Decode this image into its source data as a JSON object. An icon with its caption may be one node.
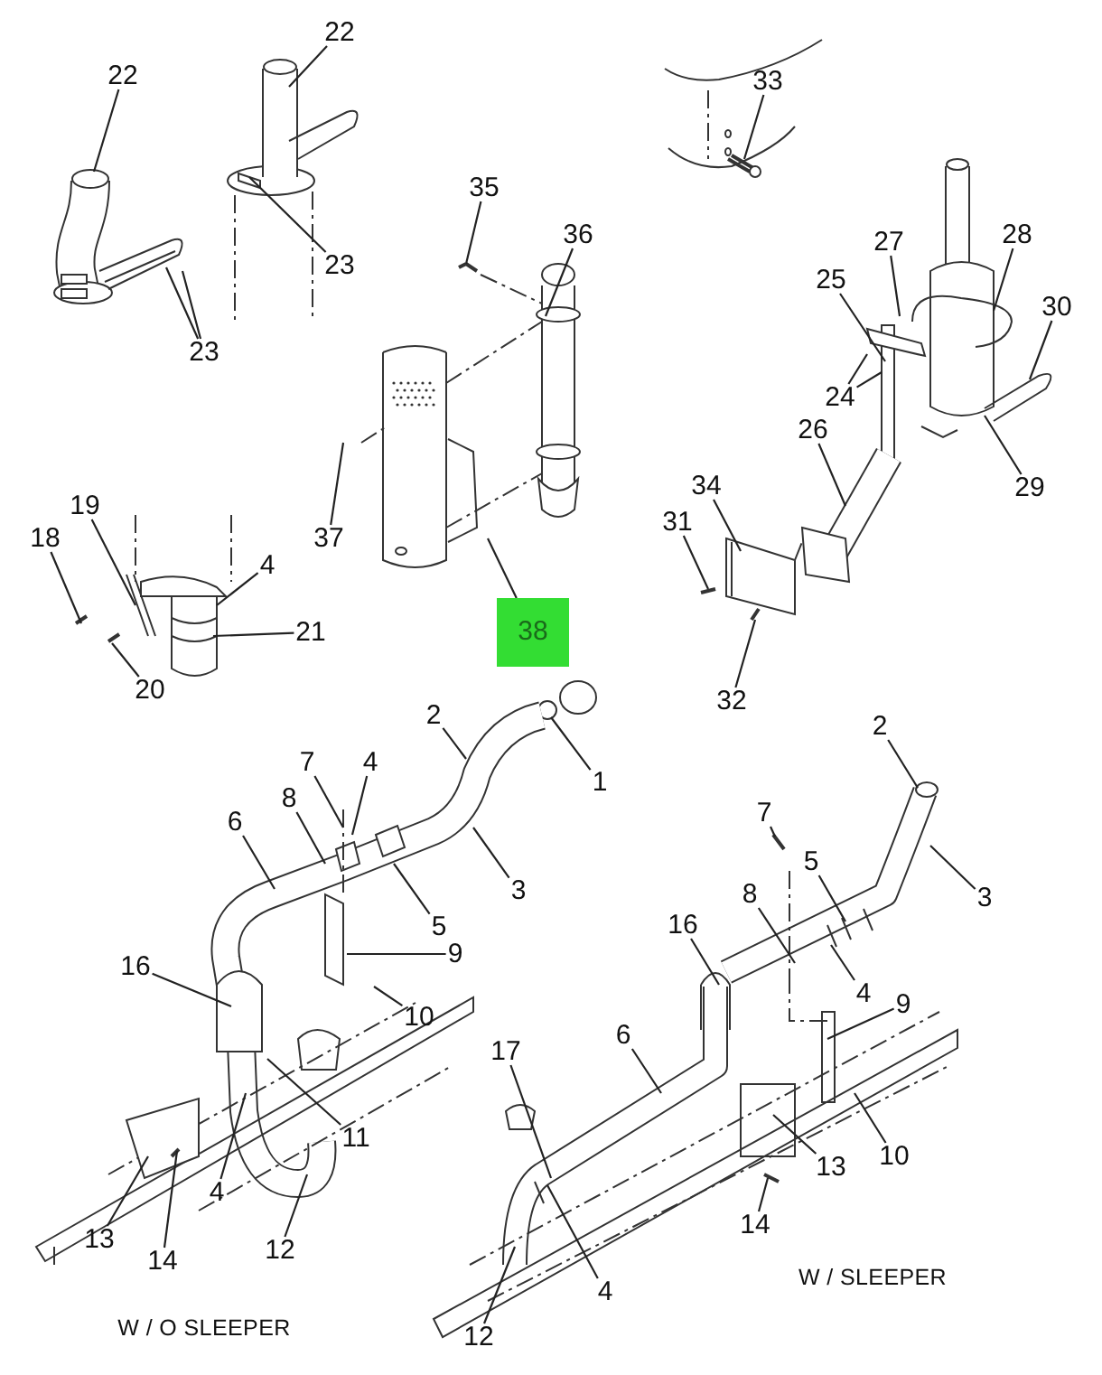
{
  "diagram": {
    "nodes": [
      {
        "text": [
          "22"
        ]
      },
      {
        "text": [
          "33"
        ]
      },
      {
        "text": [
          "22"
        ]
      },
      {
        "text": [
          "35"
        ]
      },
      {
        "text": [
          "36"
        ]
      },
      {
        "text": [
          "28"
        ]
      },
      {
        "text": [
          "27"
        ]
      },
      {
        "text": [
          "23"
        ]
      },
      {
        "text": [
          "25"
        ]
      },
      {
        "text": [
          "30"
        ]
      },
      {
        "text": [
          "23"
        ]
      },
      {
        "text": [
          "24"
        ]
      },
      {
        "text": [
          "26"
        ]
      },
      {
        "text": [
          "34"
        ]
      },
      {
        "text": [
          "29"
        ]
      },
      {
        "text": [
          "19"
        ]
      },
      {
        "text": [
          "31"
        ]
      },
      {
        "text": [
          "37"
        ]
      },
      {
        "text": [
          "18"
        ]
      },
      {
        "text": [
          "4"
        ]
      },
      {
        "text": [
          "38"
        ]
      },
      {
        "text": [
          "21"
        ]
      },
      {
        "text": [
          "20"
        ]
      },
      {
        "text": [
          "32"
        ]
      },
      {
        "text": [
          "2"
        ]
      },
      {
        "text": [
          "2"
        ]
      },
      {
        "text": [
          "7"
        ]
      },
      {
        "text": [
          "4"
        ]
      },
      {
        "text": [
          "1"
        ]
      },
      {
        "text": [
          "8"
        ]
      },
      {
        "text": [
          "7"
        ]
      },
      {
        "text": [
          "6"
        ]
      },
      {
        "text": [
          "5"
        ]
      },
      {
        "text": [
          "3"
        ]
      },
      {
        "text": [
          "8"
        ]
      },
      {
        "text": [
          "3"
        ]
      },
      {
        "text": [
          "5"
        ]
      },
      {
        "text": [
          "16"
        ]
      },
      {
        "text": [
          "9"
        ]
      },
      {
        "text": [
          "16"
        ]
      },
      {
        "text": [
          "4"
        ]
      },
      {
        "text": [
          "9"
        ]
      },
      {
        "text": [
          "10"
        ]
      },
      {
        "text": [
          "6"
        ]
      },
      {
        "text": [
          "17"
        ]
      },
      {
        "text": [
          "11"
        ]
      },
      {
        "text": [
          "10"
        ]
      },
      {
        "text": [
          "13"
        ]
      },
      {
        "text": [
          "4"
        ]
      },
      {
        "text": [
          "14"
        ]
      },
      {
        "text": [
          "13"
        ]
      },
      {
        "text": [
          "12"
        ]
      },
      {
        "text": [
          "14"
        ]
      },
      {
        "text": [
          "4"
        ]
      },
      {
        "text": [
          "12"
        ]
      }
    ],
    "edges": [
      {
        "from": 0,
        "to": null,
        "arrow": "none"
      },
      {
        "from": 1,
        "to": null,
        "arrow": "none"
      },
      {
        "from": 2,
        "to": null,
        "arrow": "none"
      },
      {
        "from": 3,
        "to": null,
        "arrow": "none"
      },
      {
        "from": 4,
        "to": null,
        "arrow": "none"
      },
      {
        "from": 5,
        "to": null,
        "arrow": "none"
      },
      {
        "from": 6,
        "to": null,
        "arrow": "none"
      },
      {
        "from": 7,
        "to": null,
        "arrow": "none"
      },
      {
        "from": 8,
        "to": null,
        "arrow": "none"
      },
      {
        "from": 9,
        "to": null,
        "arrow": "none"
      },
      {
        "from": 10,
        "to": null,
        "arrow": "none"
      },
      {
        "from": 10,
        "to": null,
        "arrow": "none"
      },
      {
        "from": 11,
        "to": null,
        "arrow": "none"
      },
      {
        "from": 11,
        "to": null,
        "arrow": "none"
      },
      {
        "from": 12,
        "to": null,
        "arrow": "none"
      },
      {
        "from": 13,
        "to": null,
        "arrow": "none"
      },
      {
        "from": 14,
        "to": null,
        "arrow": "none"
      },
      {
        "from": 15,
        "to": null,
        "arrow": "none"
      },
      {
        "from": 16,
        "to": null,
        "arrow": "none"
      },
      {
        "from": 17,
        "to": null,
        "arrow": "none"
      },
      {
        "from": 18,
        "to": null,
        "arrow": "none"
      },
      {
        "from": 19,
        "to": null,
        "arrow": "none"
      },
      {
        "from": 20,
        "to": null,
        "arrow": "none"
      },
      {
        "from": 21,
        "to": null,
        "arrow": "none"
      },
      {
        "from": 22,
        "to": null,
        "arrow": "none"
      },
      {
        "from": 23,
        "to": null,
        "arrow": "none"
      },
      {
        "from": 24,
        "to": null,
        "arrow": "none"
      },
      {
        "from": 25,
        "to": null,
        "arrow": "none"
      },
      {
        "from": 26,
        "to": null,
        "arrow": "none"
      },
      {
        "from": 27,
        "to": null,
        "arrow": "none"
      },
      {
        "from": 28,
        "to": null,
        "arrow": "none"
      },
      {
        "from": 29,
        "to": null,
        "arrow": "none"
      },
      {
        "from": 30,
        "to": null,
        "arrow": "none"
      },
      {
        "from": 31,
        "to": null,
        "arrow": "none"
      },
      {
        "from": 32,
        "to": null,
        "arrow": "none"
      },
      {
        "from": 33,
        "to": null,
        "arrow": "none"
      },
      {
        "from": 34,
        "to": null,
        "arrow": "none"
      },
      {
        "from": 35,
        "to": null,
        "arrow": "none"
      },
      {
        "from": 36,
        "to": null,
        "arrow": "none"
      },
      {
        "from": 37,
        "to": null,
        "arrow": "none"
      },
      {
        "from": 38,
        "to": null,
        "arrow": "none"
      },
      {
        "from": 39,
        "to": null,
        "arrow": "none"
      },
      {
        "from": 40,
        "to": null,
        "arrow": "none"
      },
      {
        "from": 41,
        "to": null,
        "arrow": "none"
      },
      {
        "from": 42,
        "to": null,
        "arrow": "none"
      },
      {
        "from": 43,
        "to": null,
        "arrow": "none"
      },
      {
        "from": 44,
        "to": null,
        "arrow": "none"
      },
      {
        "from": 45,
        "to": null,
        "arrow": "none"
      },
      {
        "from": 46,
        "to": null,
        "arrow": "none"
      },
      {
        "from": 47,
        "to": null,
        "arrow": "none"
      },
      {
        "from": 48,
        "to": null,
        "arrow": "none"
      },
      {
        "from": 49,
        "to": null,
        "arrow": "none"
      },
      {
        "from": 50,
        "to": null,
        "arrow": "none"
      },
      {
        "from": 51,
        "to": null,
        "arrow": "none"
      },
      {
        "from": 52,
        "to": null,
        "arrow": "none"
      },
      {
        "from": 53,
        "to": null,
        "arrow": "none"
      },
      {
        "from": 54,
        "to": null,
        "arrow": "none"
      }
    ],
    "labels": [
      "W / O SLEEPER",
      "W / SLEEPER"
    ]
  }
}
